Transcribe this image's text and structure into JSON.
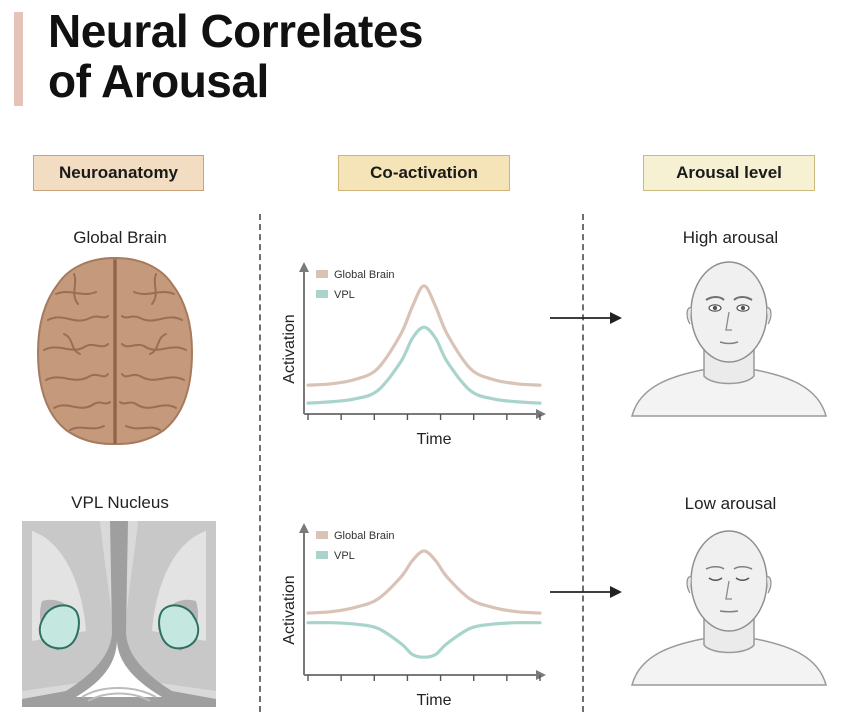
{
  "title": {
    "line1": "Neural Correlates",
    "line2": "of Arousal"
  },
  "columns": {
    "neuroanatomy": "Neuroanatomy",
    "coactivation": "Co-activation",
    "arousal_level": "Arousal level"
  },
  "rows": [
    {
      "structure": "Global Brain",
      "arousal": "High arousal"
    },
    {
      "structure": "VPL Nucleus",
      "arousal": "Low arousal"
    }
  ],
  "colors": {
    "global_brain": "#d9c3b6",
    "vpl": "#a8d4cc",
    "title_accent": "#e6c3b8",
    "neuroanatomy_header": "#f2dcc2",
    "coactivation_header": "#f5e4b8",
    "arousal_header": "#f7f1d4"
  },
  "chart_data": [
    {
      "type": "line",
      "xlabel": "Time",
      "ylabel": "Activation",
      "ylim": [
        0,
        1
      ],
      "series": [
        {
          "name": "Global Brain",
          "x": [
            0,
            0.1,
            0.2,
            0.3,
            0.4,
            0.45,
            0.5,
            0.55,
            0.6,
            0.7,
            0.8,
            0.9,
            1.0
          ],
          "y": [
            0.18,
            0.19,
            0.22,
            0.3,
            0.55,
            0.75,
            0.9,
            0.75,
            0.55,
            0.3,
            0.22,
            0.19,
            0.18
          ]
        },
        {
          "name": "VPL",
          "x": [
            0,
            0.1,
            0.2,
            0.3,
            0.4,
            0.45,
            0.5,
            0.55,
            0.6,
            0.7,
            0.8,
            0.9,
            1.0
          ],
          "y": [
            0.05,
            0.06,
            0.08,
            0.14,
            0.35,
            0.52,
            0.6,
            0.52,
            0.35,
            0.14,
            0.08,
            0.06,
            0.05
          ]
        }
      ]
    },
    {
      "type": "line",
      "xlabel": "Time",
      "ylabel": "Activation",
      "ylim": [
        0,
        1
      ],
      "series": [
        {
          "name": "Global Brain",
          "x": [
            0,
            0.1,
            0.2,
            0.3,
            0.4,
            0.45,
            0.5,
            0.55,
            0.6,
            0.7,
            0.8,
            0.9,
            1.0
          ],
          "y": [
            0.42,
            0.43,
            0.46,
            0.52,
            0.68,
            0.8,
            0.87,
            0.8,
            0.68,
            0.52,
            0.46,
            0.43,
            0.42
          ]
        },
        {
          "name": "VPL",
          "x": [
            0,
            0.1,
            0.2,
            0.3,
            0.4,
            0.45,
            0.5,
            0.55,
            0.6,
            0.7,
            0.8,
            0.9,
            1.0
          ],
          "y": [
            0.35,
            0.35,
            0.34,
            0.31,
            0.2,
            0.12,
            0.1,
            0.12,
            0.2,
            0.31,
            0.34,
            0.35,
            0.35
          ]
        }
      ]
    }
  ]
}
